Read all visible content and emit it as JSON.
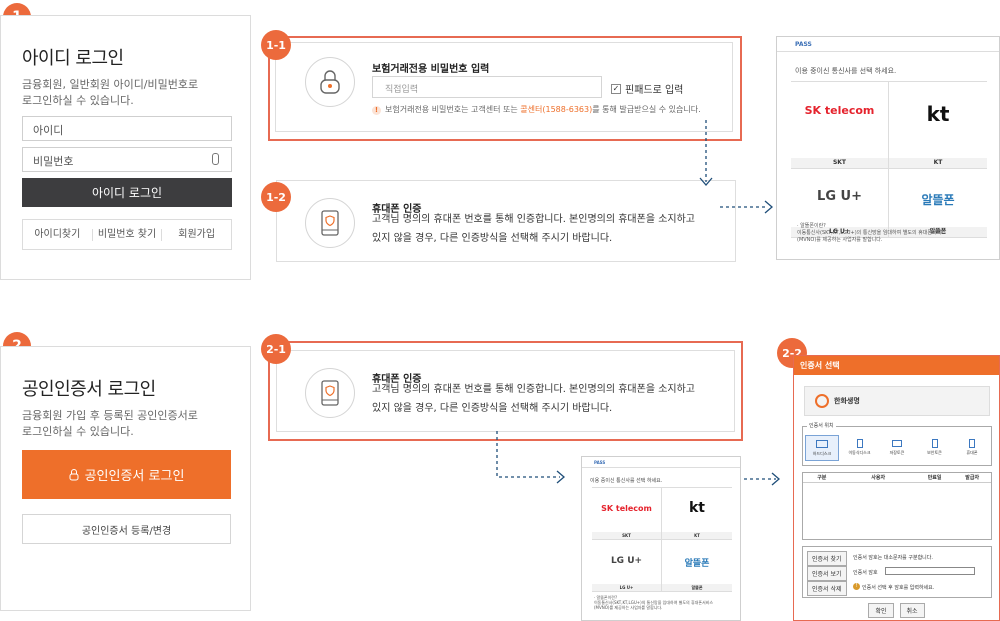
{
  "section1": {
    "badge": "1",
    "title": "아이디 로그인",
    "desc": "금융회원, 일반회원 아이디/비밀번호로\n로그인하실 수 있습니다.",
    "id_field": "아이디",
    "pw_field": "비밀번호",
    "login_button": "아이디 로그인",
    "links": [
      "아이디찾기",
      "비밀번호 찾기",
      "회원가입"
    ]
  },
  "step_1_1": {
    "badge": "1-1",
    "title": "보험거래전용 비밀번호 입력",
    "input_placeholder": "직접입력",
    "pinpad_label": "핀패드로 입력",
    "notice_prefix": "보험거래전용 비밀번호는 고객센터 또는 ",
    "notice_link": "콜센터(1588-6363)",
    "notice_suffix": "를 통해 발급받으실 수 있습니다."
  },
  "step_1_2": {
    "badge": "1-2",
    "title": "휴대폰 인증",
    "body": "고객님 명의의 휴대폰 번호를 통해 인증합니다. 본인명의의 휴대폰을 소지하고\n있지 않을 경우, 다른 인증방식을 선택해 주시기 바랍니다."
  },
  "carrier_select": {
    "brand": "PASS",
    "heading": "이용 중이신 통신사를 선택 하세요.",
    "carriers": [
      {
        "logo": "SK telecom",
        "label": "SKT"
      },
      {
        "logo": "kt",
        "label": "KT"
      },
      {
        "logo": "LG U+",
        "label": "LG U+"
      },
      {
        "logo": "알뜰폰",
        "label": "알뜰폰"
      }
    ],
    "footnote": "· 알뜰폰이란?\n이동통신사(SKT,KT,LGU+)의 통신망을 임대하여 별도의 휴대폰서비스\n(MVNO)를 제공하는 사업자를 말합니다."
  },
  "section2": {
    "badge": "2",
    "title": "공인인증서 로그인",
    "desc": "금융회원 가입 후 등록된 공인인증서로\n로그인하실 수 있습니다.",
    "login_button": "공인인증서 로그인",
    "register_button": "공인인증서 등록/변경"
  },
  "step_2_1": {
    "badge": "2-1",
    "title": "휴대폰 인증",
    "body": "고객님 명의의 휴대폰 번호를 통해 인증합니다. 본인명의의 휴대폰을 소지하고\n있지 않을 경우, 다른 인증방식을 선택해 주시기 바랍니다."
  },
  "step_2_2": {
    "badge": "2-2",
    "window_title": "인증서 선택",
    "brand": "한화생명",
    "location_label": "인증서 위치",
    "locations": [
      "하드디스크",
      "이동식디스크",
      "저장토큰",
      "보안토큰",
      "휴대폰"
    ],
    "columns": [
      "구분",
      "사용자",
      "만료일",
      "발급자"
    ],
    "find_button": "인증서 찾기",
    "view_button": "인증서 보기",
    "delete_button": "인증서 삭제",
    "case_note": "인증서 암호는 대소문자를 구분합니다.",
    "password_label": "인증서 암호",
    "hint": "인증서 선택 후 암호를 입력하세요.",
    "ok_button": "확인",
    "cancel_button": "취소"
  },
  "colors": {
    "accent": "#ee6f2a",
    "badge": "#ec6a3c",
    "dark_button": "#3d3d3f",
    "arrow": "#1f4e79",
    "frame": "#e76a52"
  }
}
